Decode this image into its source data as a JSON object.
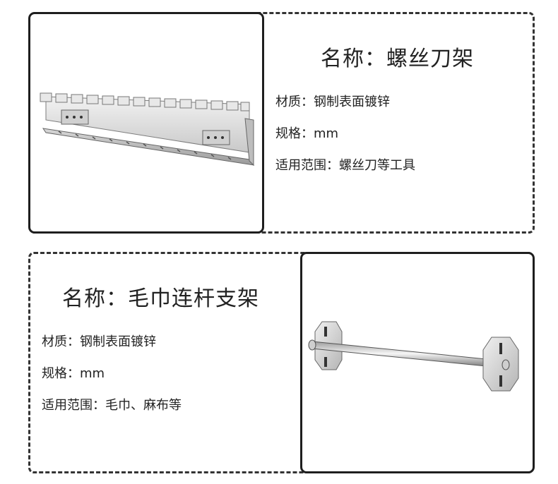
{
  "products": [
    {
      "title": "名称：螺丝刀架",
      "specs": [
        {
          "label": "材质：",
          "value": "钢制表面镀锌"
        },
        {
          "label": "规格：",
          "value": "mm"
        },
        {
          "label": "适用范围：",
          "value": "螺丝刀等工具"
        }
      ],
      "image_icon": "screwdriver-rack-image"
    },
    {
      "title": "名称：毛巾连杆支架",
      "specs": [
        {
          "label": "材质：",
          "value": "钢制表面镀锌"
        },
        {
          "label": "规格：",
          "value": "mm"
        },
        {
          "label": "适用范围：",
          "value": "毛巾、麻布等"
        }
      ],
      "image_icon": "towel-bar-holder-image"
    }
  ],
  "colors": {
    "border": "#1e1e1e",
    "text": "#222222",
    "metal_light": "#e6e6e6",
    "metal_dark": "#8a8a8a"
  }
}
